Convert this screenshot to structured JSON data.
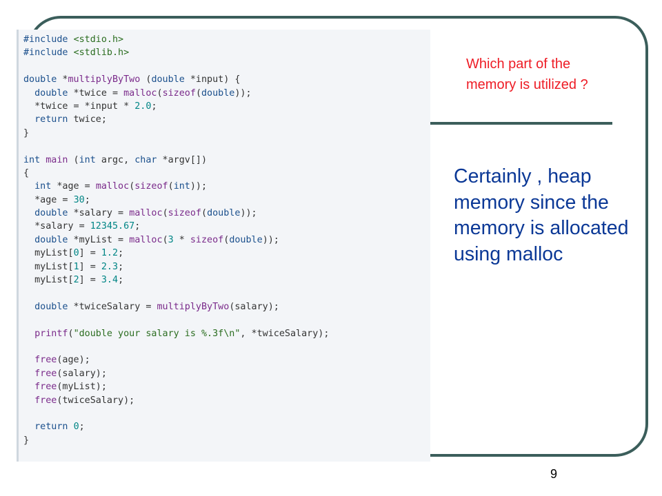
{
  "slide": {
    "code_lines": [
      "#include <stdio.h>",
      "#include <stdlib.h>",
      "",
      "double *multiplyByTwo (double *input) {",
      "  double *twice = malloc(sizeof(double));",
      "  *twice = *input * 2.0;",
      "  return twice;",
      "}",
      "",
      "int main (int argc, char *argv[])",
      "{",
      "  int *age = malloc(sizeof(int));",
      "  *age = 30;",
      "  double *salary = malloc(sizeof(double));",
      "  *salary = 12345.67;",
      "  double *myList = malloc(3 * sizeof(double));",
      "  myList[0] = 1.2;",
      "  myList[1] = 2.3;",
      "  myList[2] = 3.4;",
      "",
      "  double *twiceSalary = multiplyByTwo(salary);",
      "",
      "  printf(\"double your salary is %.3f\\n\", *twiceSalary);",
      "",
      "  free(age);",
      "  free(salary);",
      "  free(myList);",
      "  free(twiceSalary);",
      "",
      "  return 0;",
      "}"
    ],
    "question": "Which part of the memory is utilized ?",
    "answer": "Certainly , heap memory since the memory is allocated using malloc",
    "page_number": "9"
  },
  "colors": {
    "frame": "#3b5e5b",
    "question": "#ee1c25",
    "answer": "#0b3896",
    "code_bg": "#f3f5f8"
  }
}
